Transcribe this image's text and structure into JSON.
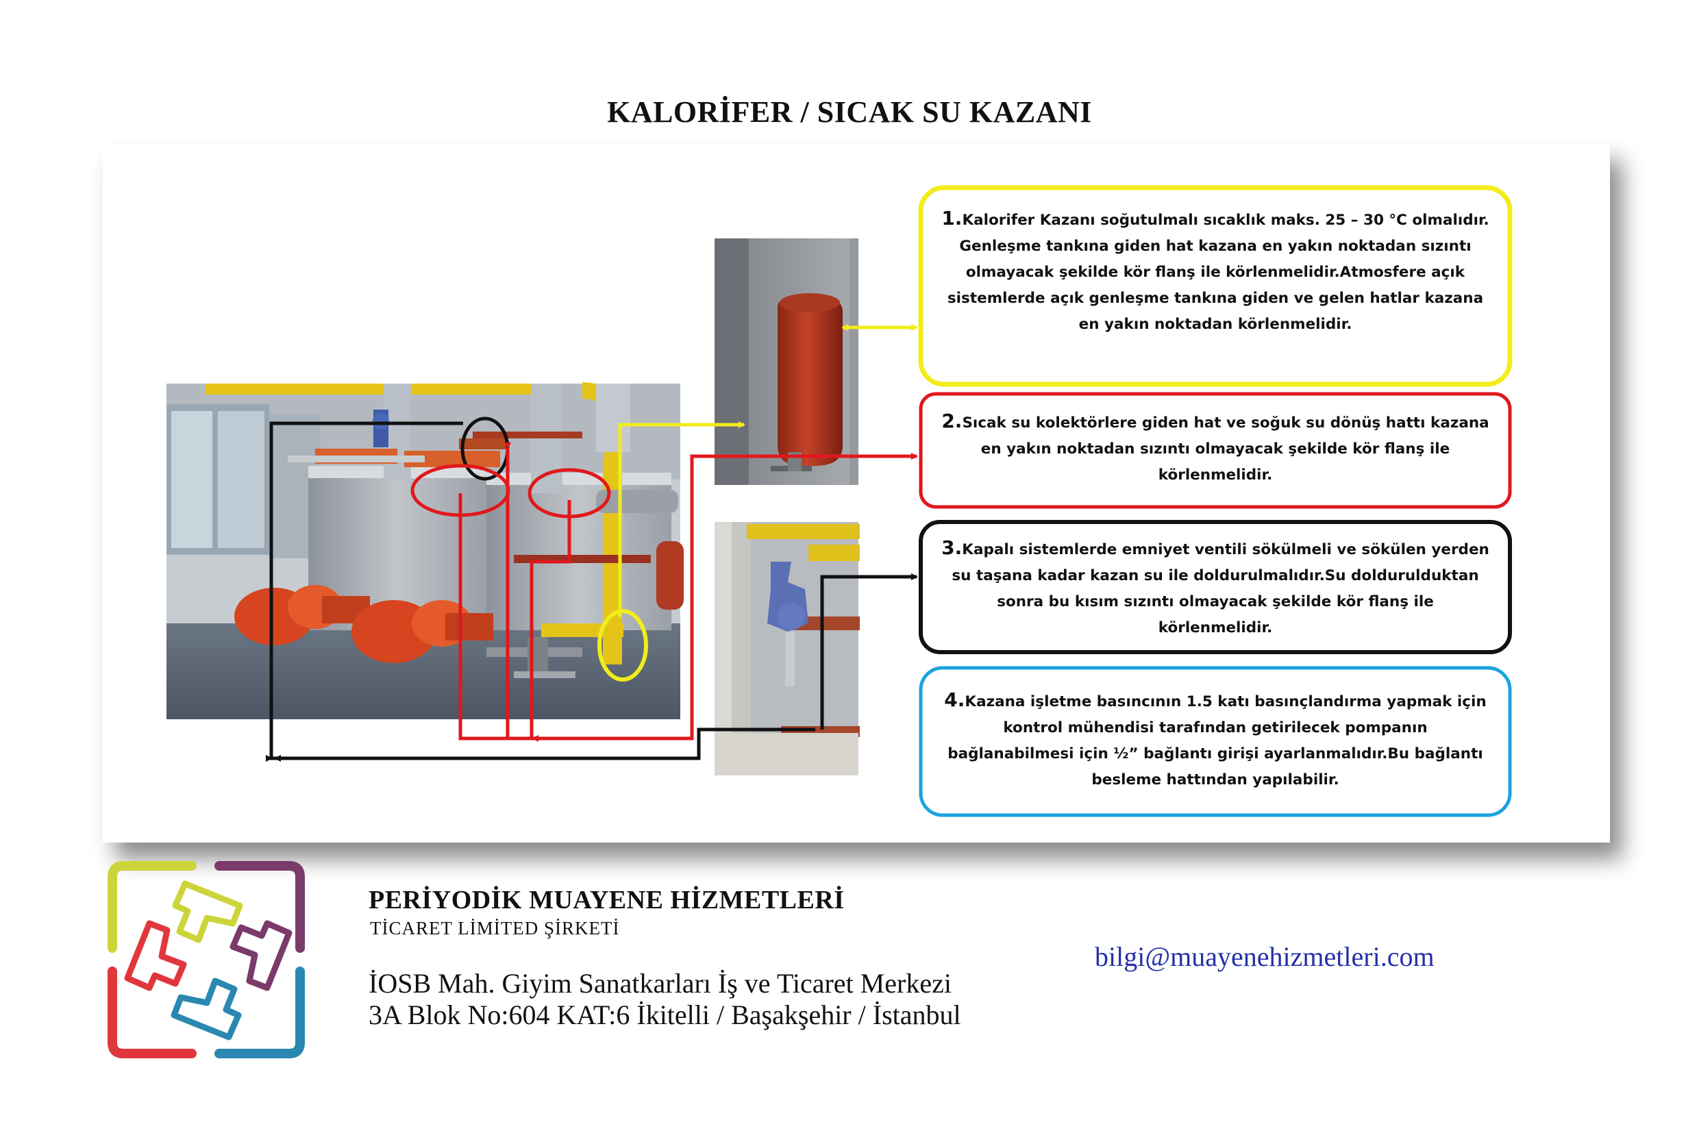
{
  "title": "KALORİFER / SICAK SU KAZANI",
  "notes": [
    {
      "number": "1.",
      "color": "#f2ec1b",
      "lines": [
        "Kalorifer Kazanı soğutulmalı sıcaklık maks. 25 – 30 °C olmalıdır.",
        "Genleşme tankına giden hat kazana en yakın noktadan sızıntı",
        "olmayacak şekilde kör flanş ile körlenmelidir.Atmosfere açık",
        "sistemlerde açık genleşme tankına giden ve gelen hatlar kazana",
        "en yakın noktadan körlenmelidir."
      ]
    },
    {
      "number": "2.",
      "color": "#e0181c",
      "lines": [
        "Sıcak su kolektörlere giden hat ve soğuk su dönüş hattı kazana",
        "en yakın noktadan sızıntı olmayacak şekilde kör flanş ile",
        "körlenmelidir."
      ]
    },
    {
      "number": "3.",
      "color": "#111111",
      "lines": [
        "Kapalı sistemlerde emniyet ventili sökülmeli ve sökülen yerden",
        "su taşana kadar kazan su ile doldurulmalıdır.Su doldurulduktan",
        "sonra bu kısım  sızıntı olmayacak şekilde kör flanş ile",
        "körlenmelidir."
      ]
    },
    {
      "number": "4.",
      "color": "#1aa3df",
      "lines": [
        "Kazana işletme basıncının 1.5 katı basınçlandırma yapmak için",
        "kontrol mühendisi tarafından getirilecek pompanın",
        "bağlanabilmesi için ½” bağlantı girişi ayarlanmalıdır.Bu bağlantı",
        "besleme hattından yapılabilir."
      ]
    }
  ],
  "company": {
    "name": "PERİYODİK MUAYENE HİZMETLERİ",
    "subtitle": "TİCARET LİMİTED ŞİRKETİ",
    "address_line1": "İOSB Mah. Giyim Sanatkarları İş ve Ticaret Merkezi",
    "address_line2": "3A Blok No:604 KAT:6 İkitelli / Başakşehir / İstanbul",
    "email": "bilgi@muayenehizmetleri.com"
  },
  "logo_colors": {
    "top_left": "#cdd43a",
    "top_right": "#7a3b6a",
    "bottom_left": "#e0373c",
    "bottom_right": "#2a88b0"
  }
}
